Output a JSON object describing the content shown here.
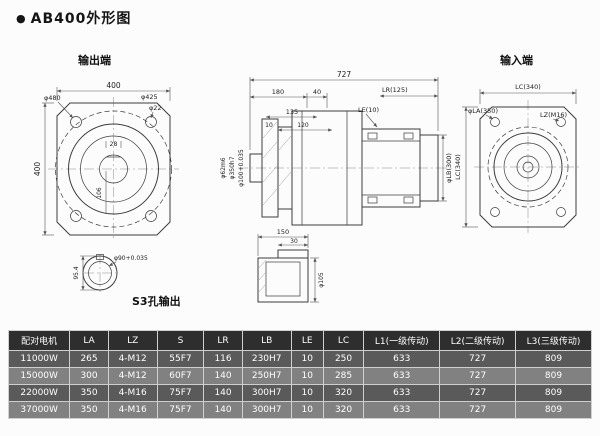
{
  "title": {
    "bullet": "●",
    "text": "AB400外形图"
  },
  "colors": {
    "header_bg": "#2e2e2e",
    "row_dark": "#5a5a5a",
    "row_light": "#818181",
    "line": "#3c3c3c"
  },
  "drawing": {
    "output_end_label": "输出端",
    "input_end_label": "输入端",
    "s3_label": "S3孔输出",
    "dims": {
      "left_top_400": "400",
      "left_side_400": "400",
      "d480": "φ480",
      "d425": "φ425",
      "d22": "φ22",
      "d28": "28",
      "d106": "106",
      "d90": "φ90+0.035",
      "d95_4": "95.4",
      "d727": "727",
      "d180": "180",
      "d40": "40",
      "d135": "135",
      "d10": "10",
      "d120": "120",
      "d62": "φ62m6",
      "d350": "φ350h7",
      "d100": "φ100+0.035",
      "lr": "LR(125)",
      "le": "LE(10)",
      "lb": "φLB(300)",
      "d150": "150",
      "d30": "30",
      "d105": "φ105",
      "lc_top": "LC(340)",
      "la": "φLA(350)",
      "lz": "LZ(M16)",
      "lc_side": "LC(340)"
    }
  },
  "table": {
    "headers": [
      "配对电机",
      "LA",
      "LZ",
      "S",
      "LR",
      "LB",
      "LE",
      "LC",
      "L1(一级传动)",
      "L2(二级传动)",
      "L3(三级传动)"
    ],
    "rows": [
      [
        "11000W",
        "265",
        "4-M12",
        "55F7",
        "116",
        "230H7",
        "10",
        "250",
        "633",
        "727",
        "809"
      ],
      [
        "15000W",
        "300",
        "4-M12",
        "60F7",
        "140",
        "250H7",
        "10",
        "285",
        "633",
        "727",
        "809"
      ],
      [
        "22000W",
        "350",
        "4-M16",
        "75F7",
        "140",
        "300H7",
        "10",
        "320",
        "633",
        "727",
        "809"
      ],
      [
        "37000W",
        "350",
        "4-M16",
        "75F7",
        "140",
        "300H7",
        "10",
        "320",
        "633",
        "727",
        "809"
      ]
    ]
  }
}
